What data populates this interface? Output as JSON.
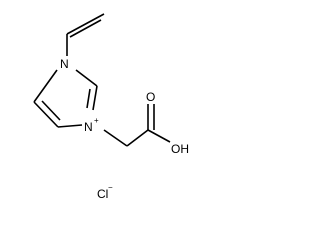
{
  "structure": {
    "atoms": {
      "n1": "N",
      "n3": "N",
      "n3_charge": "+",
      "carbonyl_o": "O",
      "hydroxyl": "OH",
      "counterion": "Cl",
      "counterion_charge": "−"
    }
  }
}
